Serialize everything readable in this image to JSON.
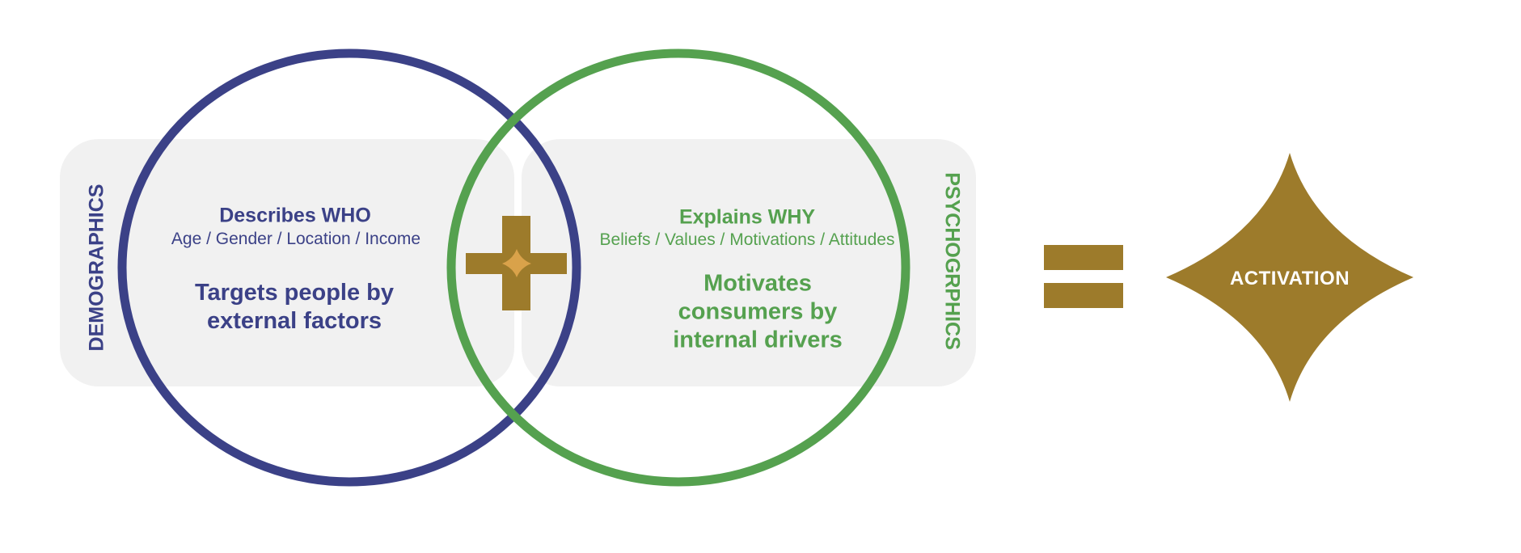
{
  "diagram": {
    "left_set": {
      "side_label": "DEMOGRAPHICS",
      "heading": "Describes WHO",
      "attributes": "Age / Gender / Location / Income",
      "statement_lines": [
        "Targets people by",
        "external factors"
      ],
      "color": "#3b4187"
    },
    "right_set": {
      "side_label": "PSYCHOGRPHICS",
      "heading": "Explains WHY",
      "attributes": "Beliefs / Values / Motivations / Attitudes",
      "statement_lines": [
        "Motivates",
        "consumers by",
        "internal drivers"
      ],
      "color": "#55a14f"
    },
    "operators": {
      "plus": "plus-icon",
      "equals": "equals-icon"
    },
    "result": {
      "label": "ACTIVATION",
      "shape": "four-point-star"
    },
    "colors": {
      "gold": "#9d7b2b",
      "star_accent": "#d9a24a",
      "panel_background": "#f1f1f1"
    }
  }
}
